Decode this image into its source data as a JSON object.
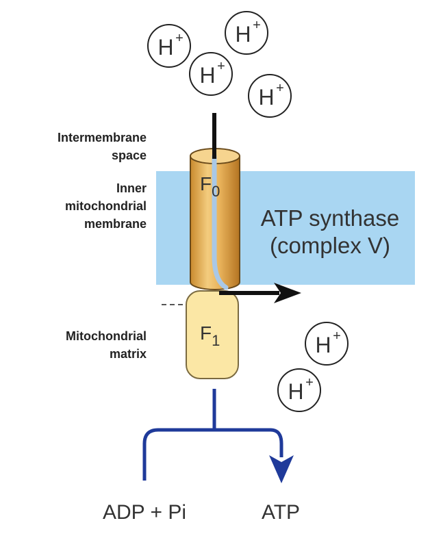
{
  "labels": {
    "intermembrane_space": "Intermembrane\nspace",
    "inner_membrane": "Inner\nmitochondrial\nmembrane",
    "matrix": "Mitochondrial\nmatrix"
  },
  "enzyme": {
    "name_line1": "ATP synthase",
    "name_line2": "(complex V)"
  },
  "subunits": {
    "f0": {
      "letter": "F",
      "subscript": "0"
    },
    "f1": {
      "letter": "F",
      "subscript": "1"
    }
  },
  "proton": {
    "letter": "H",
    "charge": "+"
  },
  "reaction": {
    "substrate": "ADP + Pi",
    "product": "ATP"
  },
  "colors": {
    "membrane": "#a9d6f2",
    "f0_body": "#e8b25a",
    "f1_body": "#fbe7a5",
    "reaction_arrow": "#1f3a9a",
    "channel": "#a9c8e6"
  }
}
